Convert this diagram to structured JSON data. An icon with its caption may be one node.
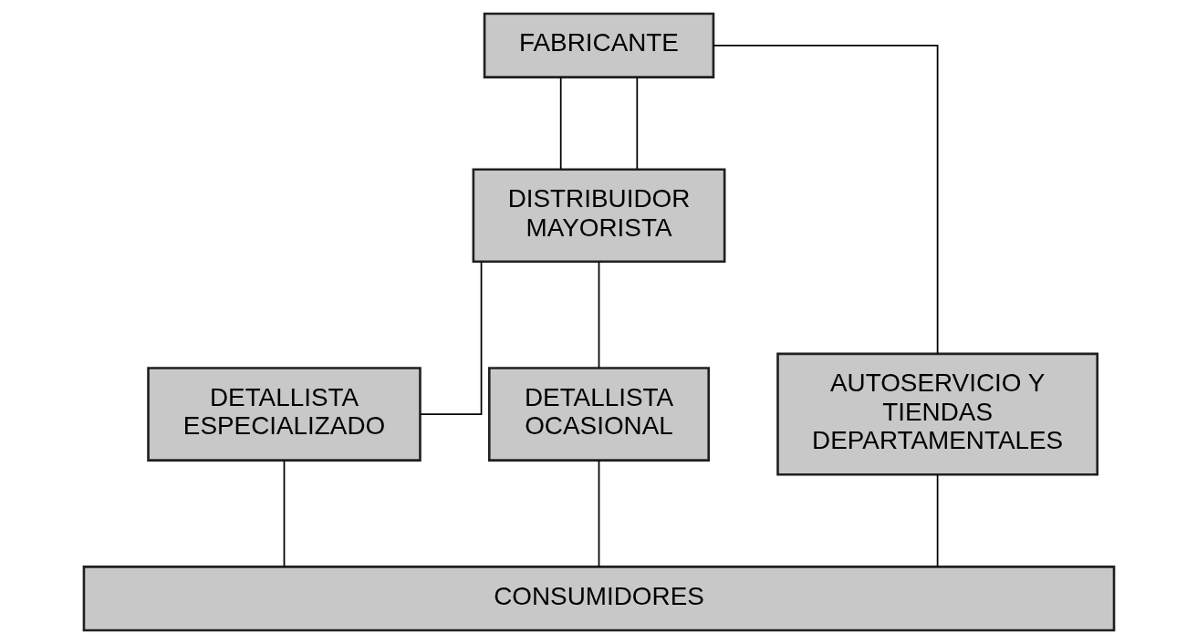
{
  "diagram": {
    "nodes": [
      {
        "text": [
          "FABRICANTE"
        ]
      },
      {
        "text": [
          "DISTRIBUIDOR MAYORISTA"
        ]
      },
      {
        "text": [
          "AUTOSERVICIO Y TIENDAS DEPARTAMENTALES"
        ]
      },
      {
        "text": [
          "DETALLISTA ESPECIALIZADO"
        ]
      },
      {
        "text": [
          "DETALLISTA OCASIONAL"
        ]
      },
      {
        "text": [
          "CONSUMIDORES"
        ]
      }
    ],
    "edges": [
      {
        "from": 0,
        "to": 2,
        "arrow": "none"
      },
      {
        "from": 0,
        "to": 1,
        "arrow": "none"
      },
      {
        "from": 0,
        "to": 1,
        "arrow": "none"
      },
      {
        "from": 1,
        "to": 3,
        "arrow": "none"
      },
      {
        "from": 1,
        "to": 4,
        "arrow": "none"
      },
      {
        "from": 2,
        "to": 5,
        "arrow": "none"
      },
      {
        "from": 3,
        "to": 5,
        "arrow": "none"
      },
      {
        "from": 4,
        "to": 5,
        "arrow": "none"
      }
    ]
  }
}
